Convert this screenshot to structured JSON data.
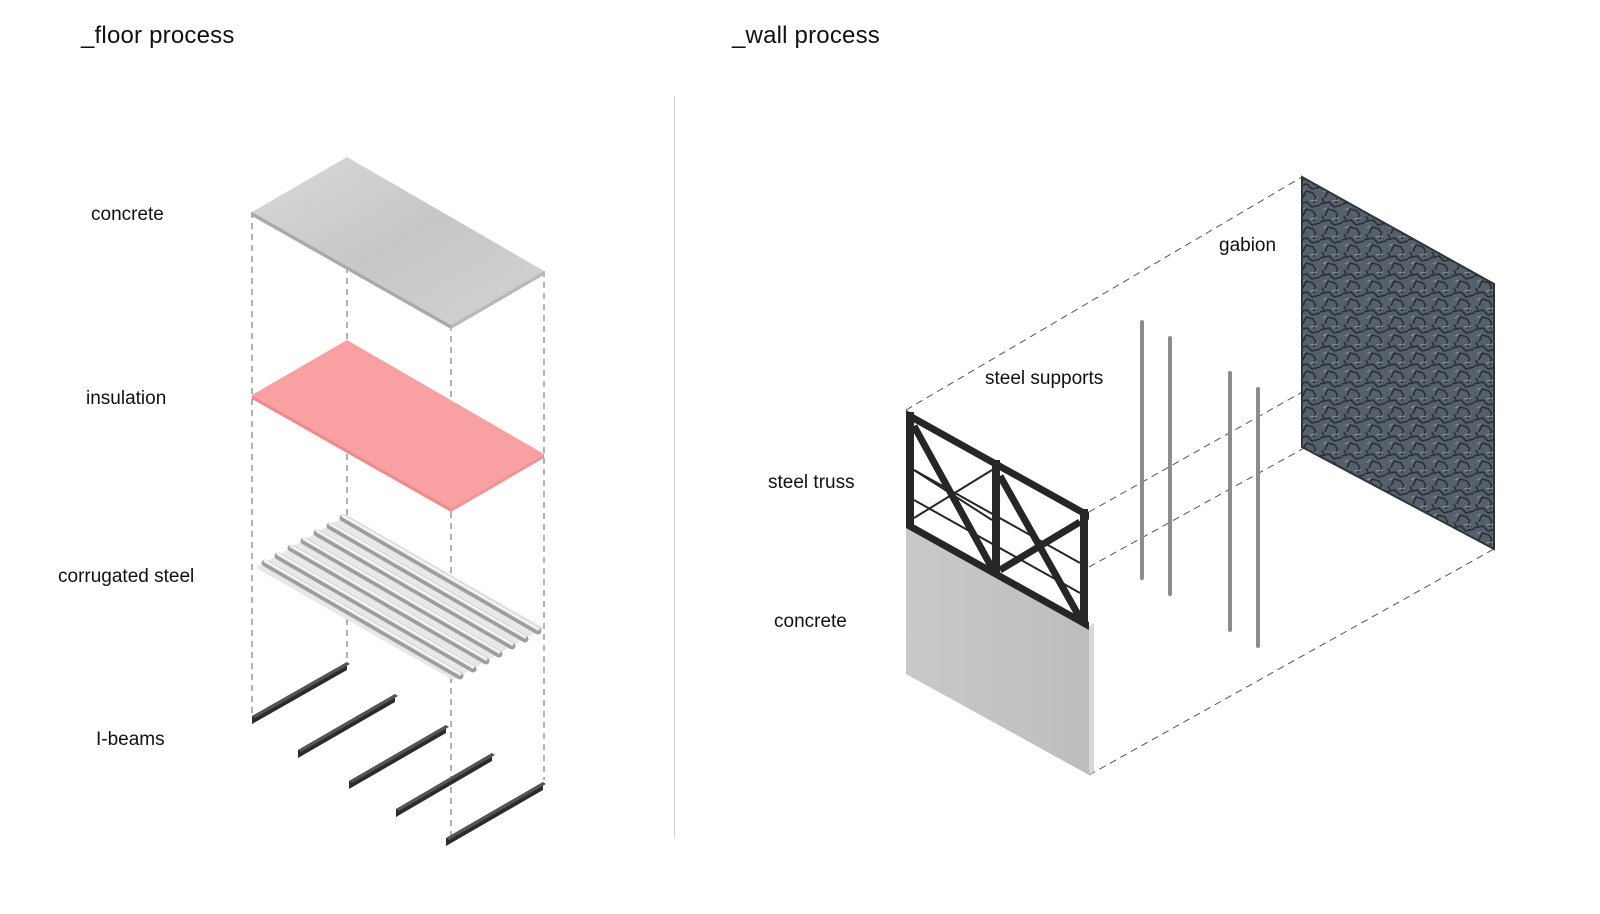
{
  "floor": {
    "title": "_floor process",
    "layers": {
      "concrete": "concrete",
      "insulation": "insulation",
      "corrugated": "corrugated steel",
      "ibeams": "I-beams"
    }
  },
  "wall": {
    "title": "_wall process",
    "layers": {
      "gabion": "gabion",
      "steel_supports": "steel supports",
      "steel_truss": "steel truss",
      "concrete": "concrete"
    }
  },
  "colors": {
    "concrete": "#c6c6c6",
    "insulation": "#f8a0a2",
    "steel": "#2b2b2b",
    "gabion": "#4d5560",
    "leader": "#666666"
  }
}
